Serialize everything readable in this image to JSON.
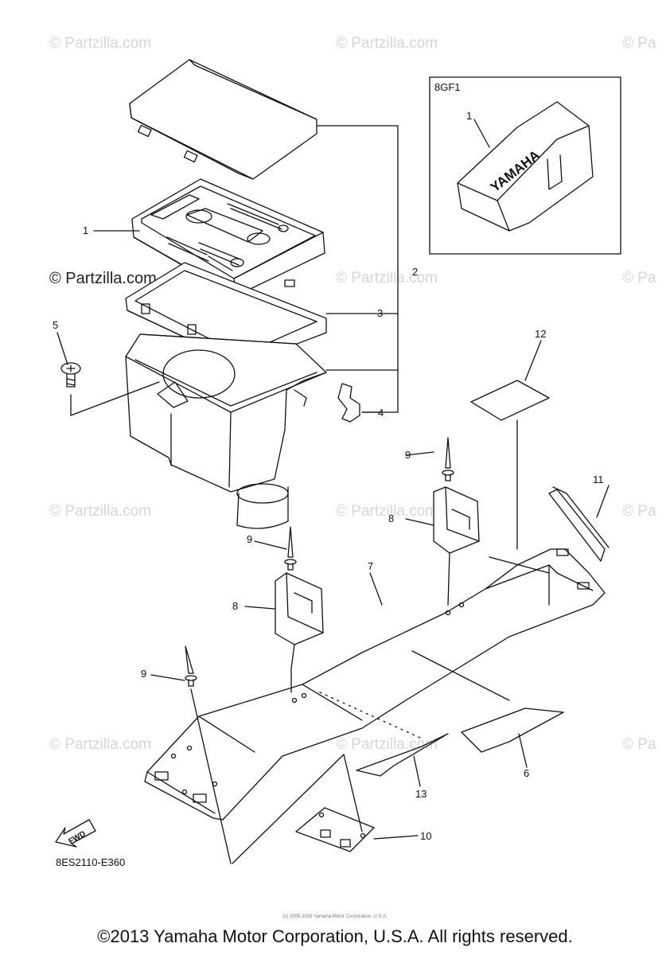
{
  "watermarks": {
    "text": "© Partzilla.com",
    "strong_text": "© Partzilla.com",
    "cut_text": "© Pa"
  },
  "inset": {
    "label": "8GF1",
    "brand": "YAMAHA",
    "part_number": "1"
  },
  "callouts": {
    "c1": "1",
    "c2": "2",
    "c3": "3",
    "c4": "4",
    "c5": "5",
    "c6": "6",
    "c7": "7",
    "c8a": "8",
    "c8b": "8",
    "c9a": "9",
    "c9b": "9",
    "c9c": "9",
    "c10": "10",
    "c11": "11",
    "c12": "12",
    "c13": "13"
  },
  "fwd_label": "FWD",
  "diagram_code": "8ES2110-E360",
  "small_note": "(c) 2005-2016 Yamaha Motor Corporation, U.S.A.",
  "copyright": "©2013 Yamaha Motor Corporation, U.S.A. All rights reserved."
}
